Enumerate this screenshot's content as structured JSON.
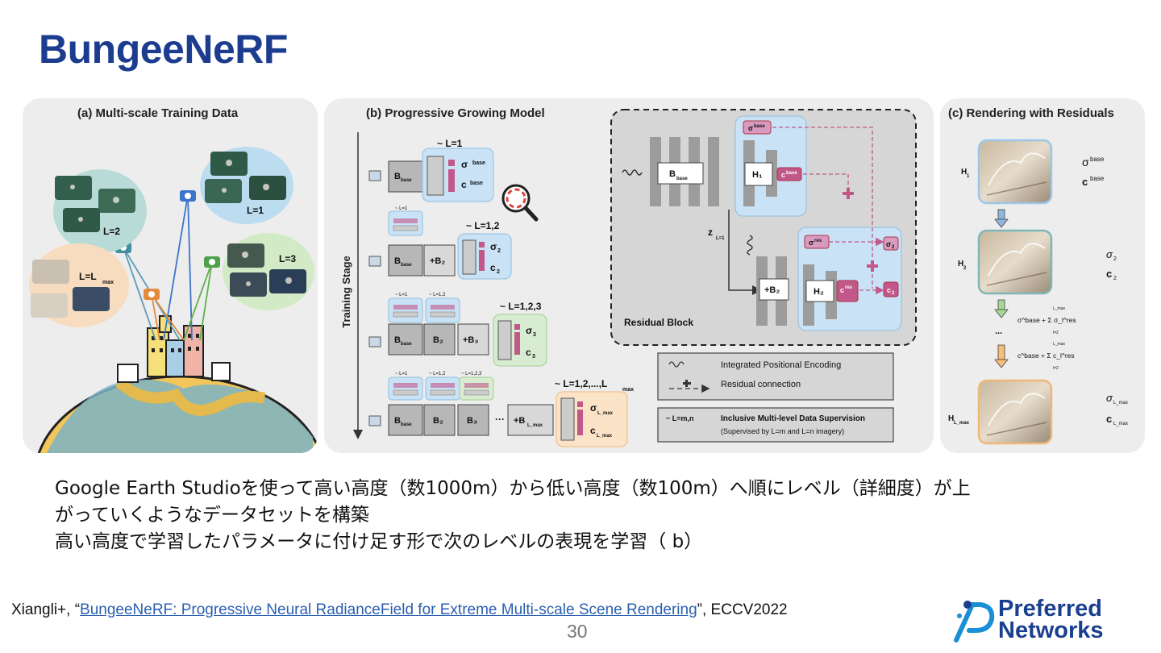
{
  "title": "BungeeNeRF",
  "figure": {
    "panel_a": {
      "title": "(a) Multi-scale Training Data",
      "labels": {
        "l1": "L=1",
        "l2": "L=2",
        "l3": "L=3",
        "lmax": "L=L",
        "lmax_sub": "max"
      }
    },
    "panel_b": {
      "title": "(b) Progressive Growing Model",
      "axis_label": "Training Stage",
      "stages": [
        {
          "label": "~ L=1",
          "sigma": "σ",
          "sigma_sup": "base",
          "c": "c",
          "c_sup": "base"
        },
        {
          "label": "~ L=1,2",
          "sigma": "σ",
          "sigma_sub": "2",
          "c": "c",
          "c_sub": "2"
        },
        {
          "label": "~ L=1,2,3",
          "sigma": "σ",
          "sigma_sub": "3",
          "c": "c",
          "c_sub": "3"
        },
        {
          "label": "~ L=1,2,...,L",
          "label_sub": "max",
          "sigma": "σ",
          "sigma_sub": "L_max",
          "c": "c",
          "c_sub": "L_max"
        }
      ],
      "mini_labels": {
        "l1": "~ L=1",
        "l12": "~ L=1,2",
        "l123": "~ L=1,2,3"
      },
      "blocks": {
        "bbase": "B",
        "bbase_sub": "base",
        "plus_b2": "+B₂",
        "b2": "B₂",
        "plus_b3": "+B₃",
        "b3": "B₃",
        "ellipsis": "···",
        "plus_blmax": "+B",
        "plus_blmax_sub": "L_max"
      },
      "residual_block": {
        "label": "Residual Block",
        "bbase": "B",
        "bbase_sub": "base",
        "h1": "H₁",
        "h2": "H₂",
        "plus_b2": "+B₂",
        "z": "z",
        "z_sub": "L=1",
        "sigma_base": "σ",
        "sigma_base_sup": "base",
        "c_base": "c",
        "c_base_sup": "base",
        "sigma_res": "σ",
        "sigma_res_sup": "res",
        "c_res": "c",
        "c_res_sup": "res",
        "sigma2": "σ",
        "sigma2_sub": "2",
        "c2": "c",
        "c2_sub": "2"
      },
      "legend": {
        "ipe": "Integrated Positional Encoding",
        "residual": "Residual connection",
        "sup_key": "~ L=m,n",
        "sup_title": "Inclusive Multi-level Data Supervision",
        "sup_note": "(Supervised by L=m and L=n imagery)"
      }
    },
    "panel_c": {
      "title": "(c) Rendering with Residuals",
      "h1": "H",
      "h1_sub": "1",
      "h2": "H",
      "h2_sub": "2",
      "hmax": "H",
      "hmax_sub": "L_max",
      "sigma_base": "σ",
      "sigma_base_sup": "base",
      "c_base": "c",
      "c_base_sup": "base",
      "sigma2": "σ",
      "sigma2_sub": "2",
      "c2": "c",
      "c2_sub": "2",
      "eq_sigma": "σ^base + Σ σ_l^res",
      "eq_c": "c^base + Σ c_l^res",
      "sum_top": "L_max",
      "sum_bottom": "l=2",
      "sigma_lmax": "σ",
      "sigma_lmax_sub": "L_max",
      "c_lmax": "c",
      "c_lmax_sub": "L_max",
      "dots": "..."
    }
  },
  "bullets": [
    "Google Earth Studioを使って高い高度（数1000m）から低い高度（数100m）へ順にレベル（詳細度）が上",
    "がっていくようなデータセットを構築",
    "高い高度で学習したパラメータに付け足す形で次のレベルの表現を学習（ b）"
  ],
  "citation": {
    "prefix": "Xiangli+, “",
    "link": "BungeeNeRF: Progressive Neural RadianceField for Extreme Multi-scale Scene Rendering",
    "suffix": "”, ECCV2022"
  },
  "page_number": "30",
  "logo": {
    "line1": "Preferred",
    "line2": "Networks"
  },
  "colors": {
    "title": "#1c3d8f",
    "blue_box": "#c9e2f5",
    "green_box": "#d7ecd0",
    "orange_box": "#fbe3c8",
    "pink": "#c2578a"
  }
}
